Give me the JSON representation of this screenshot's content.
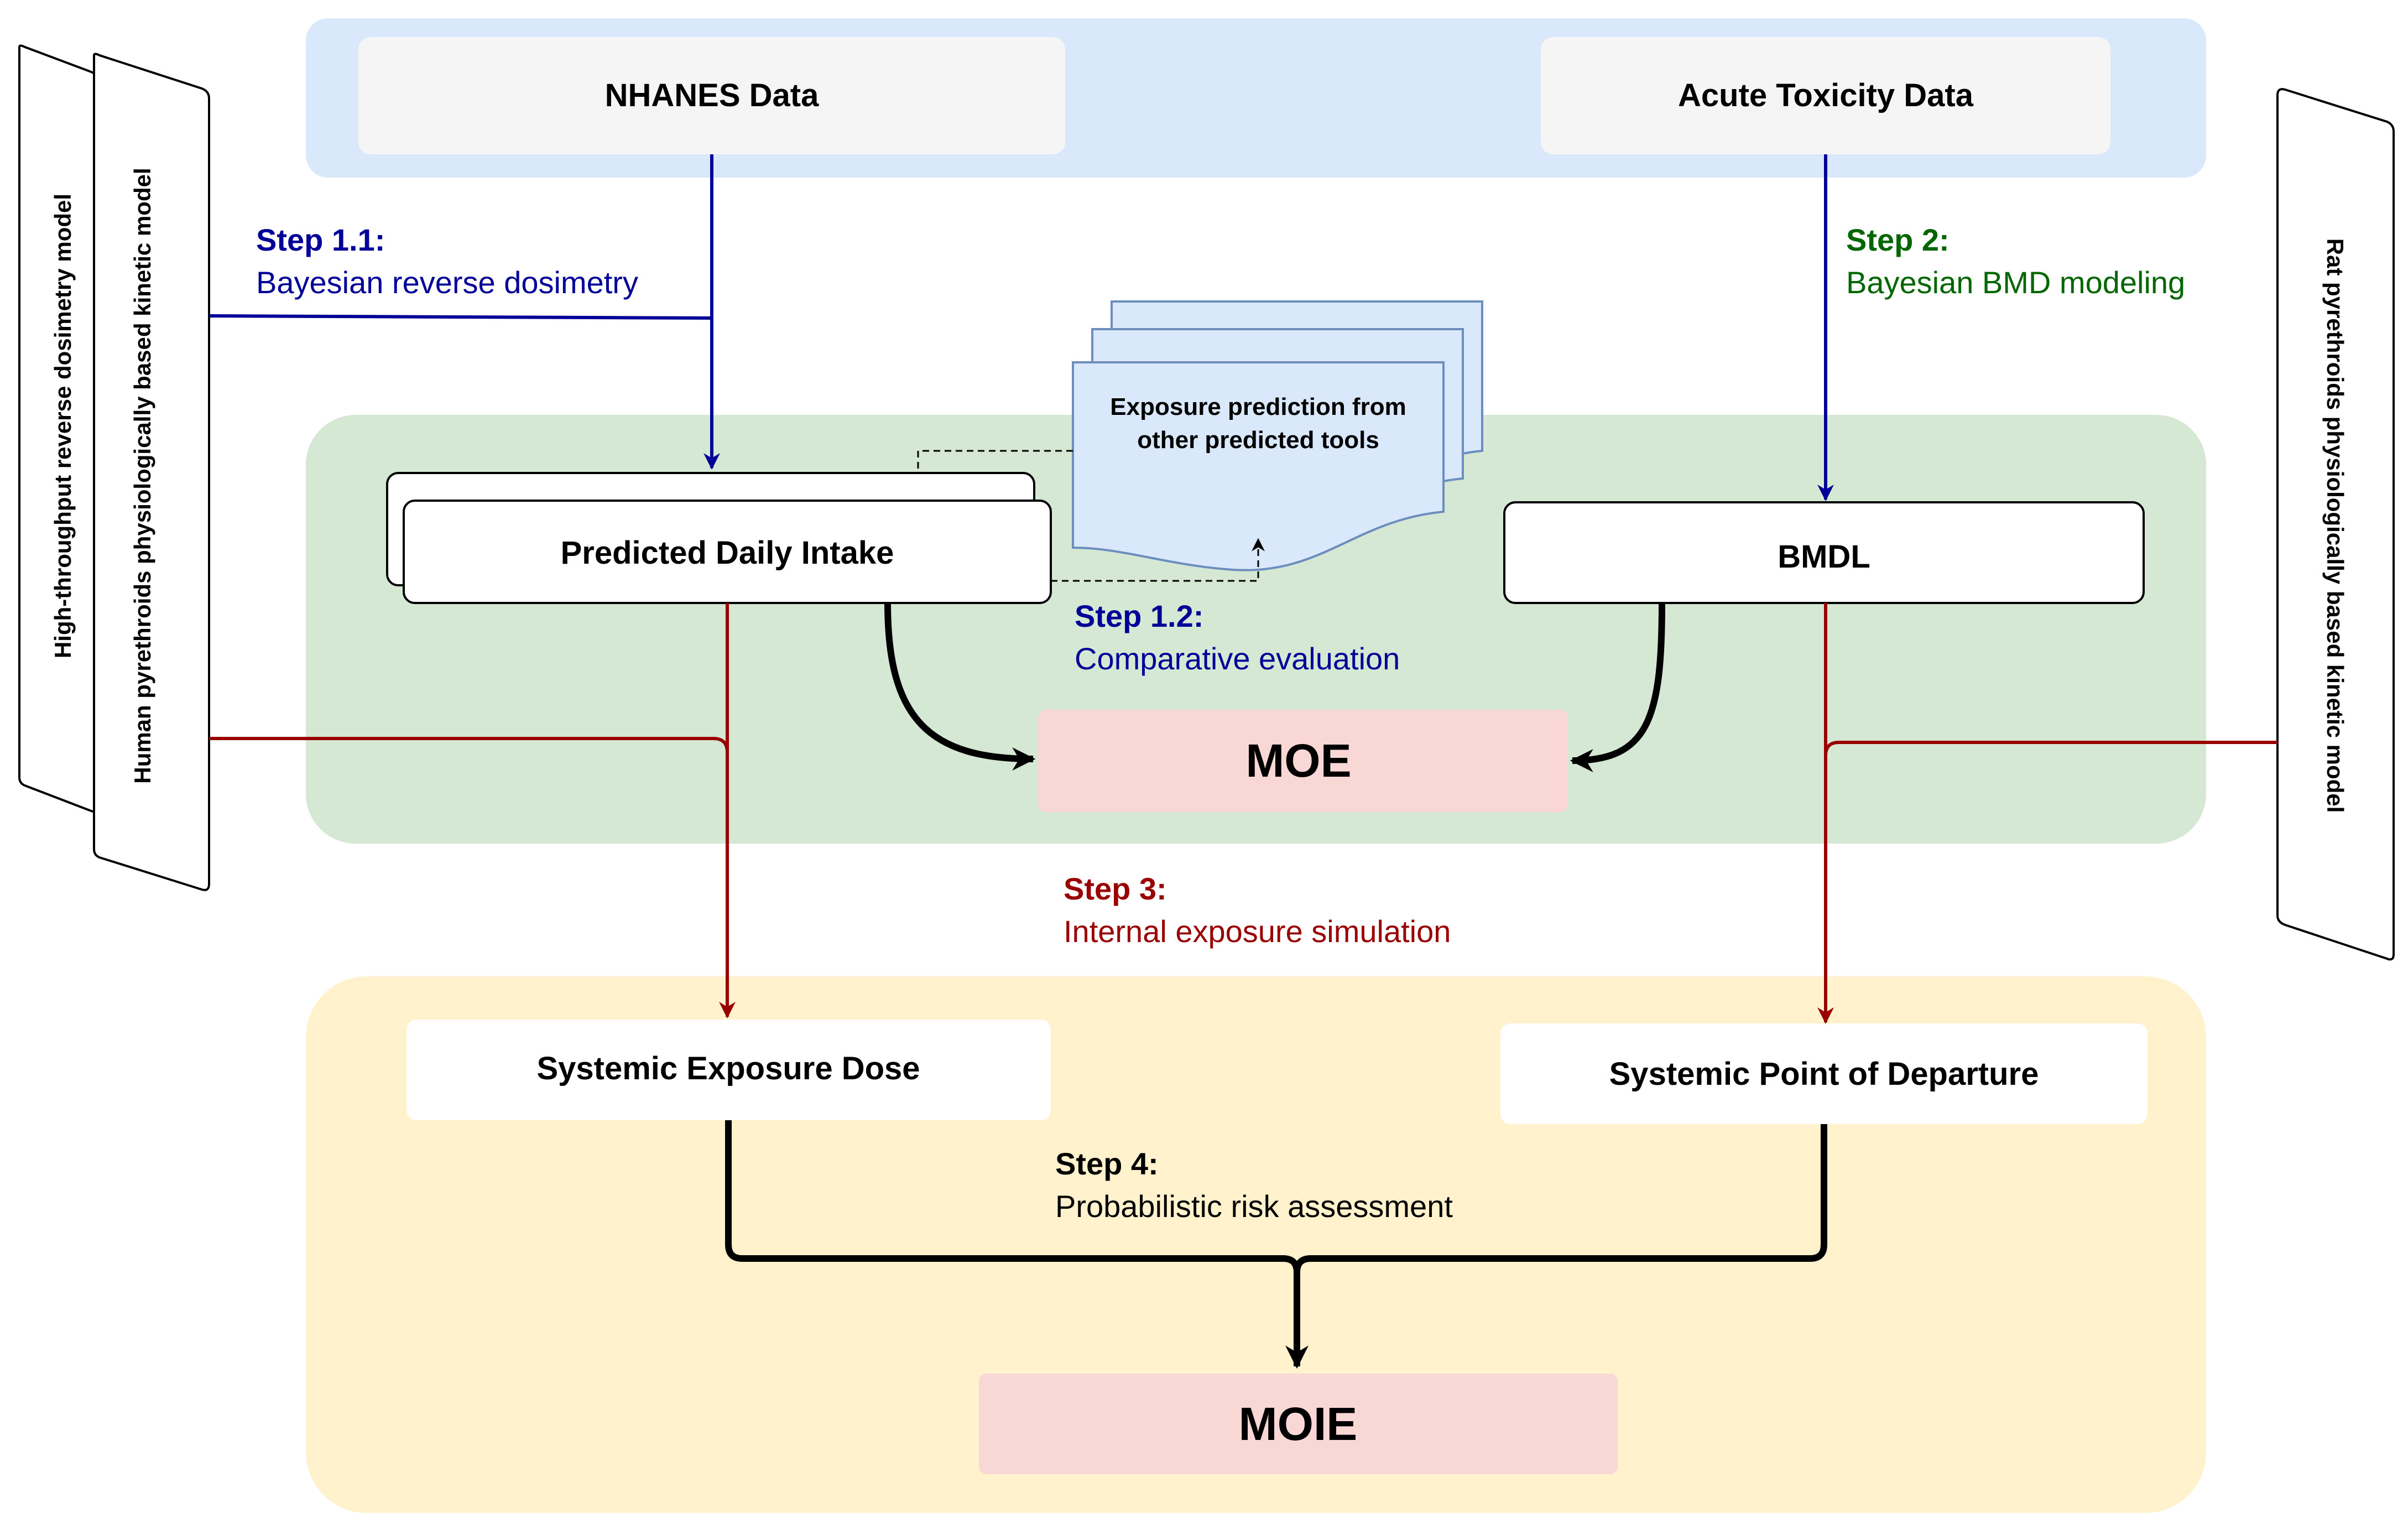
{
  "data_sources": {
    "nhanes": "NHANES Data",
    "acute_toxicity": "Acute Toxicity Data"
  },
  "side_models": {
    "htrd": "High-throughput reverse dosimetry model",
    "human_pbk": "Human pyrethroids physiologically based kinetic model",
    "rat_pbk": "Rat pyrethroids physiologically based kinetic  model"
  },
  "steps": {
    "s1_1": {
      "title": "Step 1.1:",
      "desc": "Bayesian reverse dosimetry"
    },
    "s1_2": {
      "title": "Step 1.2:",
      "desc": "Comparative evaluation"
    },
    "s2": {
      "title": "Step 2:",
      "desc": "Bayesian BMD modeling"
    },
    "s3": {
      "title": "Step 3:",
      "desc": "Internal exposure simulation"
    },
    "s4": {
      "title": "Step 4:",
      "desc": "Probabilistic risk assessment"
    }
  },
  "nodes": {
    "pdi": "Predicted Daily Intake",
    "exposure_doc_line1": "Exposure prediction from",
    "exposure_doc_line2": "other predicted tools",
    "bmdl": "BMDL",
    "moe": "MOE",
    "sed": "Systemic Exposure Dose",
    "spod": "Systemic Point of Departure",
    "moie": "MOIE"
  },
  "colors": {
    "blue_region": "#dae8fc",
    "green_region": "#d5e8d4",
    "yellow_region": "#fff2cc",
    "result_box": "#f8d7d5",
    "step_blue": "#000099",
    "step_green": "#006600",
    "step_red": "#990000",
    "step_black": "#000000"
  }
}
